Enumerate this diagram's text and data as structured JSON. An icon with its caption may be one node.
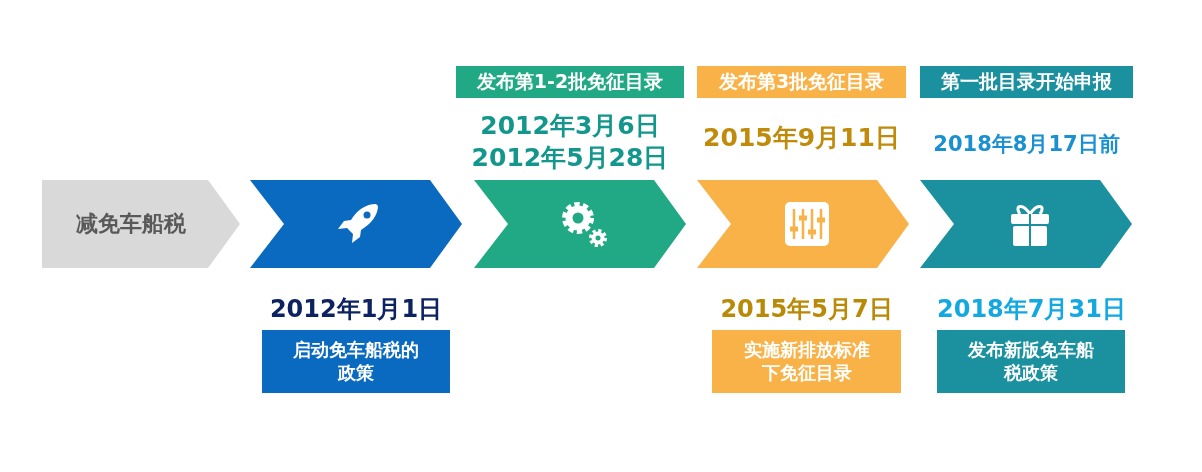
{
  "diagram": {
    "nodes": [
      {
        "text": [
          "减免车船税"
        ]
      },
      {
        "text": [],
        "shape": "chevron"
      },
      {
        "text": [],
        "shape": "chevron"
      },
      {
        "text": [],
        "shape": "chevron"
      },
      {
        "text": [],
        "shape": "chevron"
      },
      {
        "text": [
          "发布第1-2批免征目录"
        ],
        "beside": [
          "2012年3月6日",
          "2012年5月28日"
        ]
      },
      {
        "text": [
          "发布第3批免征目录"
        ],
        "beside": [
          "2015年9月11日"
        ]
      },
      {
        "text": [
          "第一批目录开始申报"
        ],
        "beside": [
          "2018年8月17日前"
        ]
      },
      {
        "text": [
          "启动免车船税的政策"
        ],
        "beside": [
          "2012年1月1日"
        ]
      },
      {
        "text": [
          "实施新排放标准下免征目录"
        ],
        "beside": [
          "2015年5月7日"
        ]
      },
      {
        "text": [
          "发布新版免车船税政策"
        ],
        "beside": [
          "2018年7月31日"
        ]
      }
    ]
  }
}
